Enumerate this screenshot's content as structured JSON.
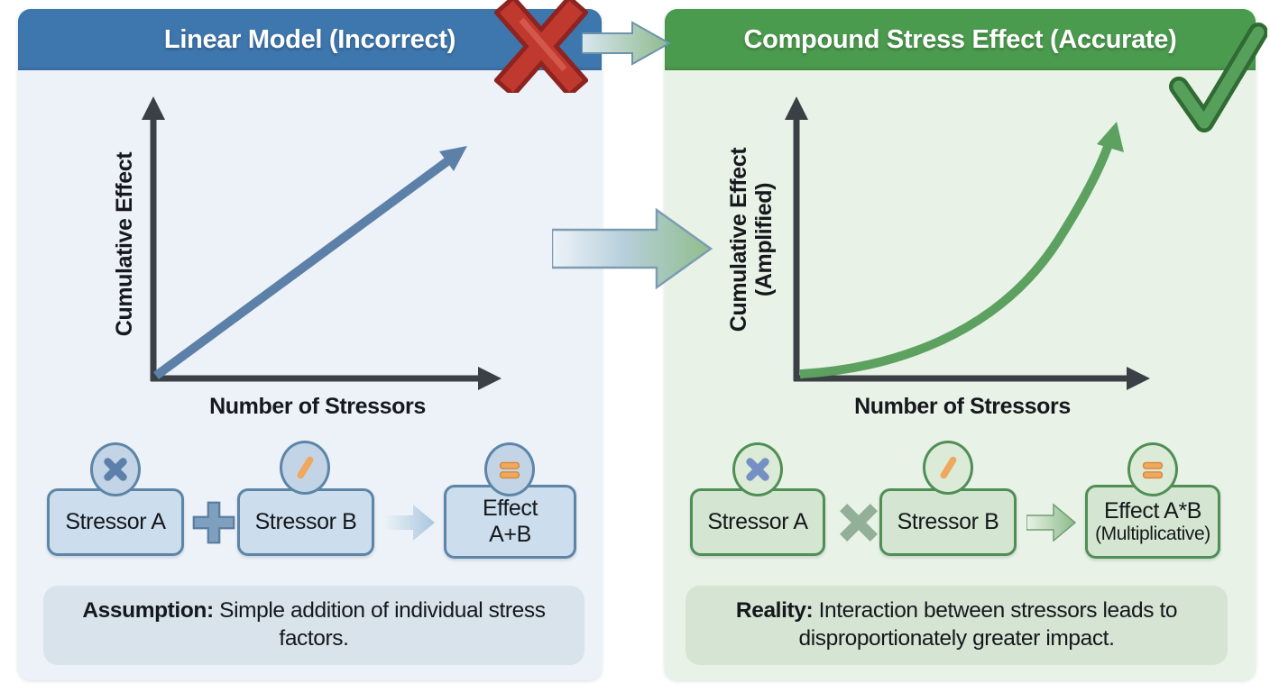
{
  "left_panel": {
    "title": "Linear Model (Incorrect)",
    "chart": {
      "y_label": "Cumulative Effect",
      "x_label": "Number of Stressors",
      "curve": "linear-straight-arrow"
    },
    "flow": {
      "box_a": "Stressor A",
      "operator": "plus",
      "box_b": "Stressor B",
      "result_line1": "Effect",
      "result_line2": "A+B"
    },
    "note_label": "Assumption:",
    "note_text": " Simple addition of individual stress factors."
  },
  "right_panel": {
    "title": "Compound Stress Effect (Accurate)",
    "chart": {
      "y_label_line1": "Cumulative Effect",
      "y_label_line2": "(Amplified)",
      "x_label": "Number of Stressors",
      "curve": "exponential-arrow"
    },
    "flow": {
      "box_a": "Stressor A",
      "operator": "multiply",
      "box_b": "Stressor B",
      "result_line1": "Effect A*B",
      "result_line2": "(Multiplicative)"
    },
    "note_label": "Reality:",
    "note_text": " Interaction between stressors leads to disproportionately greater impact."
  },
  "icons": {
    "left_header_mark": "red-x-incorrect",
    "right_header_mark": "green-check-correct",
    "between_headers": "right-arrow",
    "between_panels": "right-arrow-large"
  },
  "colors": {
    "left_header": "#3e77ae",
    "left_panel_bg": "#edf2f8",
    "right_header": "#4b9b4e",
    "right_panel_bg": "#e9f2e7",
    "axis": "#3a4046",
    "linear_line": "#5c80a8",
    "exponential_line": "#5da161",
    "red_x": "#c0392f",
    "green_check": "#57a05c",
    "orange_glyph": "#f0a85e",
    "blue_box_fill": "#ccdded",
    "blue_box_border": "#5d85a8",
    "green_box_fill": "#d4e6d1",
    "green_box_border": "#4f8e55"
  }
}
